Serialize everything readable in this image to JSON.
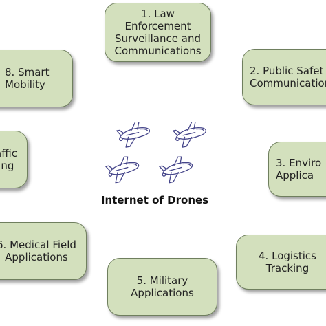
{
  "diagram": {
    "center_label": "Internet of Drones",
    "center_icon": "drones-icon",
    "colors": {
      "box_fill": "#d3e0bd",
      "box_border": "#6f7f5e",
      "drone_stroke": "#45458a",
      "text": "#222222"
    },
    "nodes": [
      {
        "label": "1. Law\nEnforcement\nSurveillance and\nCommunications"
      },
      {
        "label": "2. Public Safet\nCommunication"
      },
      {
        "label": "3. Enviro\nApplica"
      },
      {
        "label": "4. Logistics\nTracking"
      },
      {
        "label": "5. Military\nApplications"
      },
      {
        "label": "6. Medical Field\nApplications"
      },
      {
        "label": "affic\nling"
      },
      {
        "label": "8. Smart\nMobility"
      }
    ]
  }
}
